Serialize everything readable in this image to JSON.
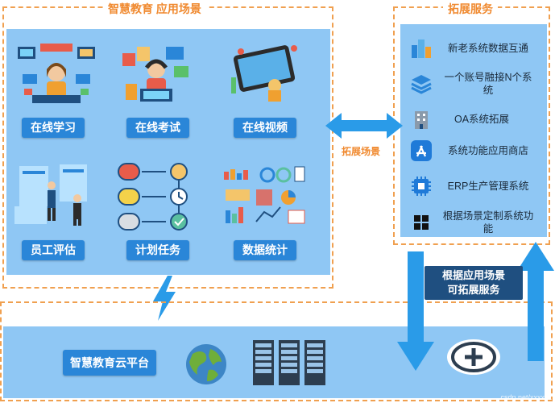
{
  "scenarios": {
    "title": "智慧教育 应用场景",
    "items": [
      "在线学习",
      "在线考试",
      "在线视频",
      "员工评估",
      "计划任务",
      "数据统计"
    ]
  },
  "services": {
    "title": "拓展服务",
    "items": [
      {
        "label": "新老系统数据互通",
        "icon": "city-buildings-icon"
      },
      {
        "label": "一个账号融接N个系统",
        "icon": "layers-icon"
      },
      {
        "label": "OA系统拓展",
        "icon": "office-building-icon"
      },
      {
        "label": "系统功能应用商店",
        "icon": "app-store-icon"
      },
      {
        "label": "ERP生产管理系统",
        "icon": "cpu-chip-icon"
      },
      {
        "label": "根据场景定制系统功能",
        "icon": "grid-icon"
      }
    ]
  },
  "connector_label": "拓展场景",
  "expand_label": "根据应用场景\n可拓展服务",
  "platform": {
    "label": "智慧教育云平台"
  },
  "watermark": "csdn.net/xxxxxx",
  "colors": {
    "panel": "#8fc7f4",
    "button": "#2a86d8",
    "accent": "#f08a30",
    "dark": "#1f4f80"
  }
}
